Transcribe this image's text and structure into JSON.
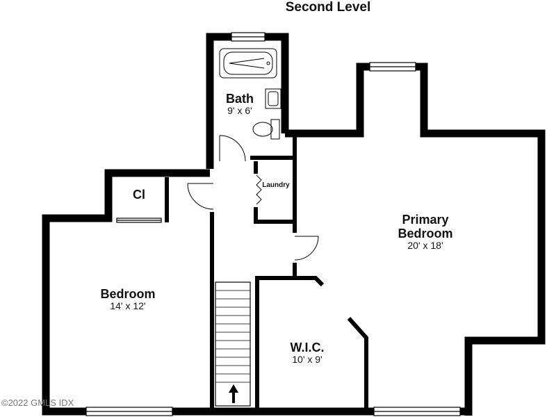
{
  "title": "Second Level",
  "rooms": {
    "bath": {
      "name": "Bath",
      "dims": "9' x 6'"
    },
    "closet": {
      "name": "Cl"
    },
    "laundry": {
      "name": "Laundry"
    },
    "primary": {
      "name_line1": "Primary",
      "name_line2": "Bedroom",
      "dims": "20' x 18'"
    },
    "bedroom": {
      "name": "Bedroom",
      "dims": "14' x 12'"
    },
    "wic": {
      "name": "W.I.C.",
      "dims": "10' x 9'"
    }
  },
  "watermark": "©2022 GMLS IDX"
}
